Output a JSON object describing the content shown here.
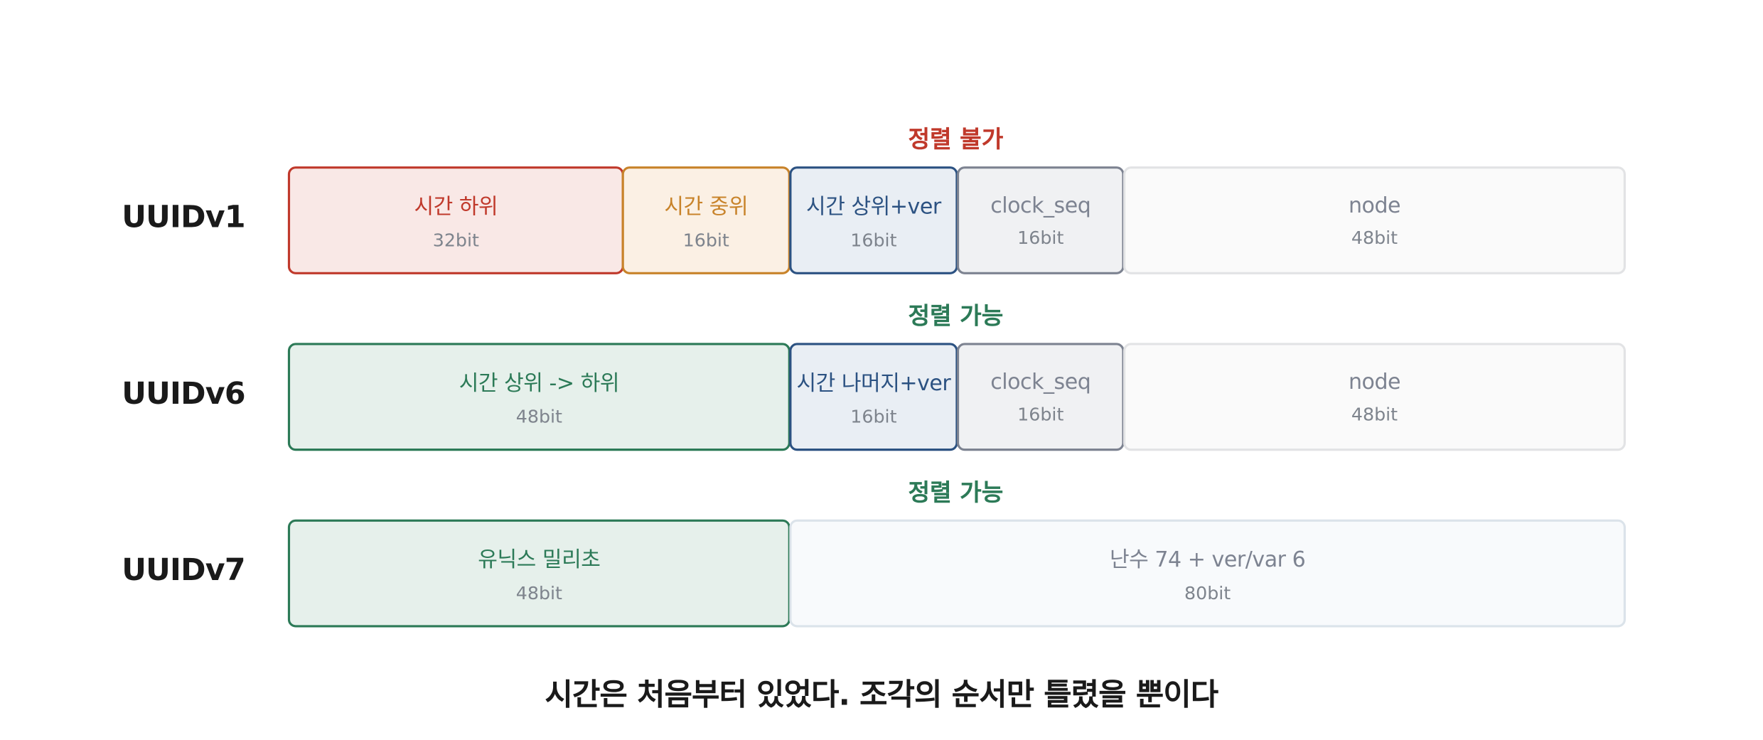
{
  "colors": {
    "unsortable": "#c0392b",
    "sortable": "#2c7a57",
    "orange": "#c8832a",
    "blue": "#2c5282",
    "gray": "#7d8391"
  },
  "rows": [
    {
      "label": "UUIDv1",
      "sort_label": "정렬 불가",
      "fields": [
        {
          "name": "시간 하위",
          "bits": "32bit"
        },
        {
          "name": "시간 중위",
          "bits": "16bit"
        },
        {
          "name": "시간 상위+ver",
          "bits": "16bit"
        },
        {
          "name": "clock_seq",
          "bits": "16bit"
        },
        {
          "name": "node",
          "bits": "48bit"
        }
      ]
    },
    {
      "label": "UUIDv6",
      "sort_label": "정렬 가능",
      "fields": [
        {
          "name": "시간 상위 -> 하위",
          "bits": "48bit"
        },
        {
          "name": "시간 나머지+ver",
          "bits": "16bit"
        },
        {
          "name": "clock_seq",
          "bits": "16bit"
        },
        {
          "name": "node",
          "bits": "48bit"
        }
      ]
    },
    {
      "label": "UUIDv7",
      "sort_label": "정렬 가능",
      "fields": [
        {
          "name": "유닉스 밀리초",
          "bits": "48bit"
        },
        {
          "name": "난수 74 + ver/var 6",
          "bits": "80bit"
        }
      ]
    }
  ],
  "caption": "시간은 처음부터 있었다. 조각의 순서만 틀렸을 뿐이다"
}
